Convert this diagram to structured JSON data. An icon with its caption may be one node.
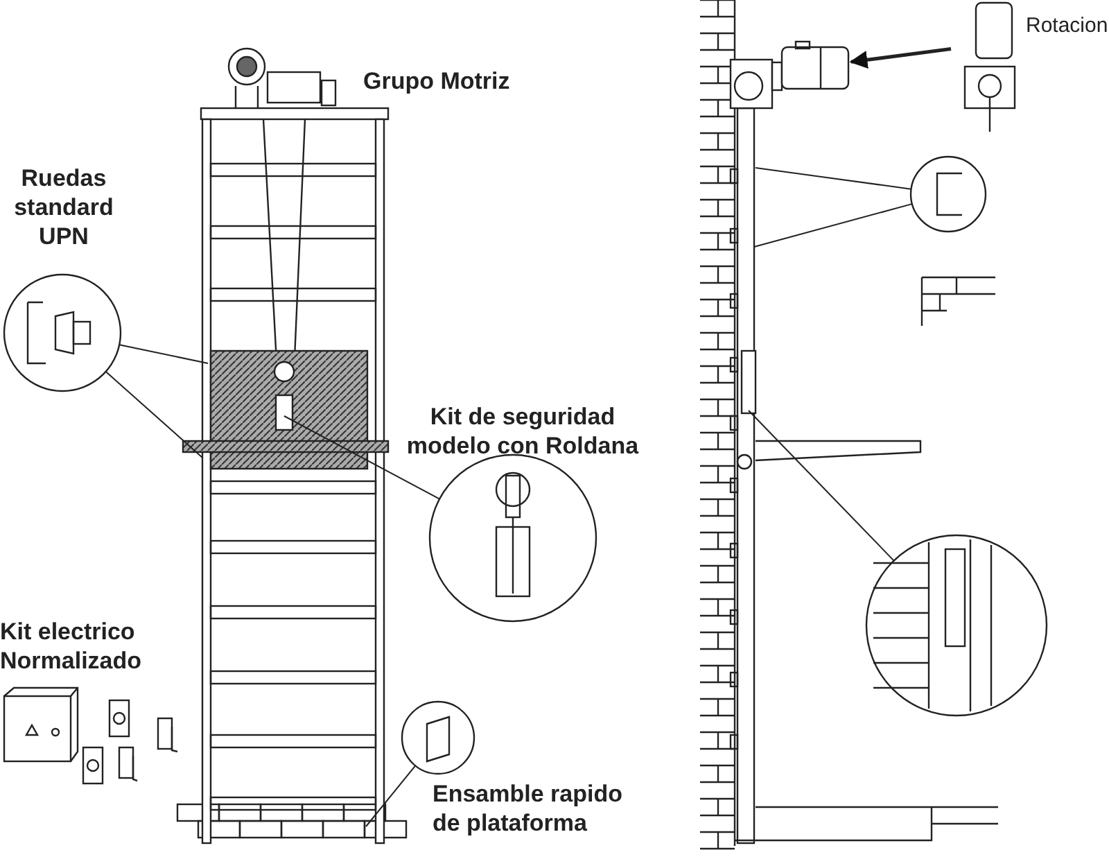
{
  "diagram": {
    "nodes": [
      {
        "text": [
          "Ruedas standard UPN"
        ]
      },
      {
        "text": [
          "Kit de seguridad modelo con Roldana"
        ]
      },
      {
        "text": [
          "Ensamble rapido de plataforma"
        ]
      },
      {
        "text": [],
        "shape": "circle"
      },
      {
        "text": [],
        "shape": "circle"
      },
      {
        "text": [],
        "shape": "picture",
        "beside": [
          "Rotacion"
        ]
      },
      {
        "text": [],
        "shape": "picture"
      }
    ],
    "edges": [
      {
        "from": 0,
        "to": null,
        "arrow": "none"
      },
      {
        "from": 0,
        "to": null,
        "arrow": "none"
      },
      {
        "from": 1,
        "to": null,
        "arrow": "none"
      },
      {
        "from": 2,
        "to": null,
        "arrow": "none"
      },
      {
        "from": 3,
        "to": null,
        "arrow": "none"
      },
      {
        "from": 3,
        "to": null,
        "arrow": "none"
      },
      {
        "from": 4,
        "to": null,
        "arrow": "none"
      },
      {
        "from": 5,
        "to": 6,
        "arrow": "to",
        "style": "thick"
      }
    ],
    "labels": [
      "Grupo Motriz",
      "Kit electrico Normalizado"
    ]
  }
}
